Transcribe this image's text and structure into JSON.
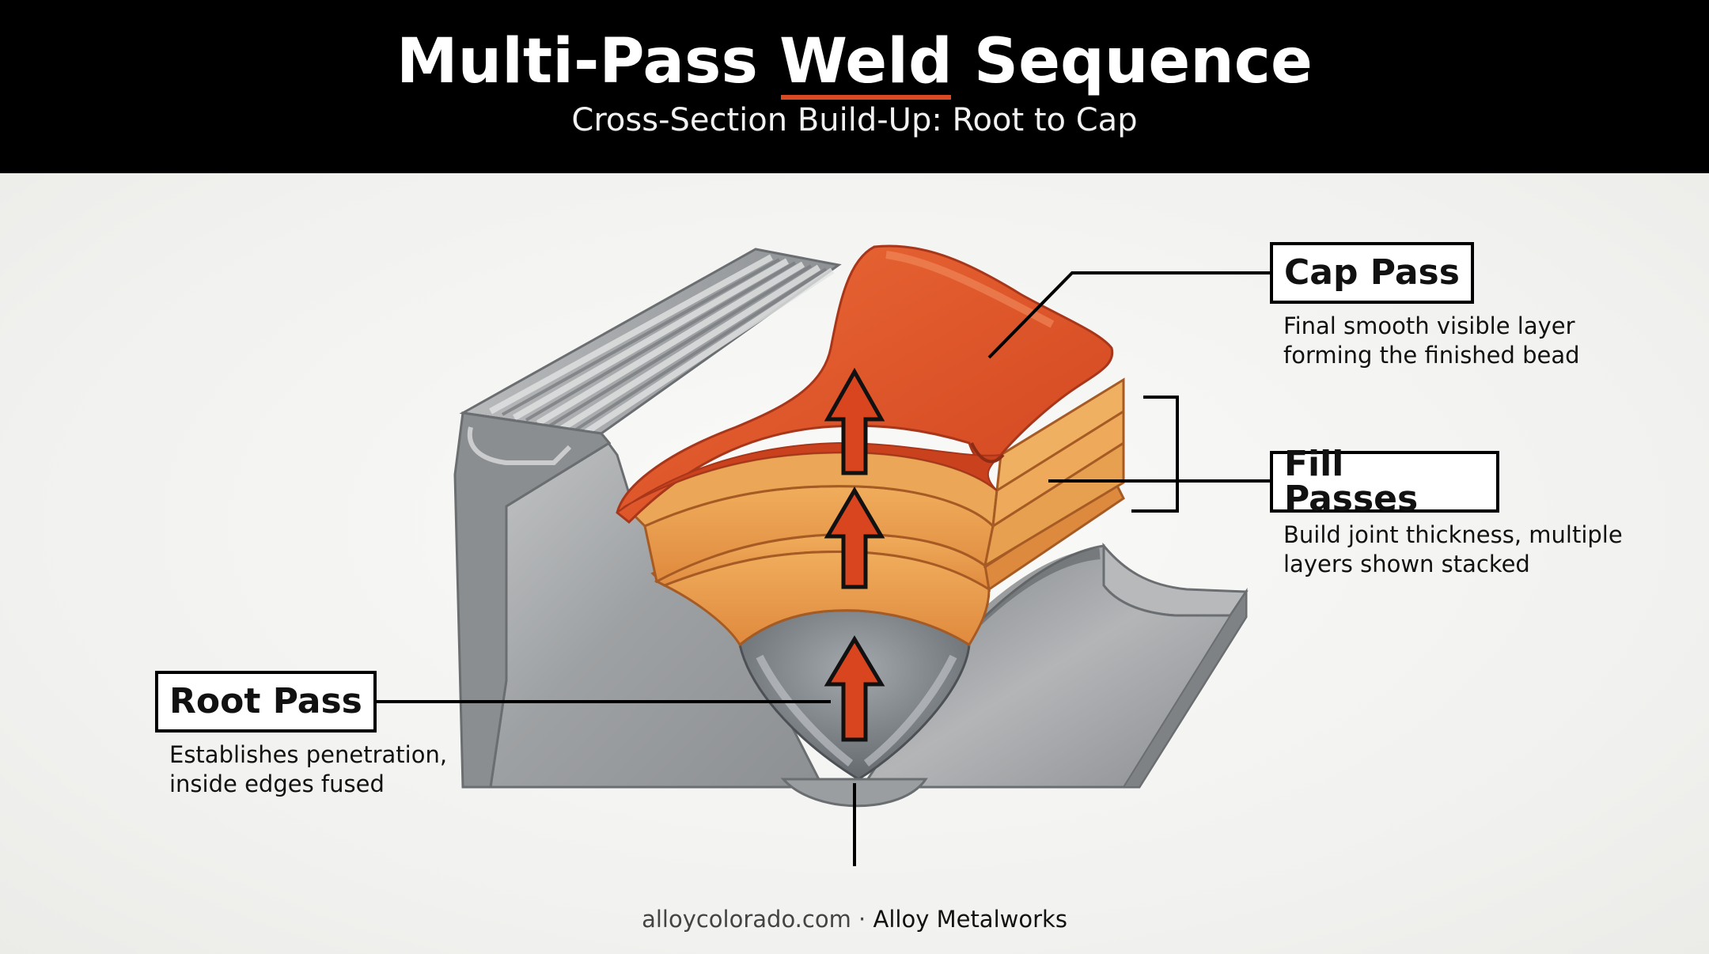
{
  "header": {
    "title_part1": "Multi-Pass ",
    "title_highlight": "Weld",
    "title_part2": " Sequence",
    "subtitle": "Cross-Section Build-Up: Root to Cap"
  },
  "labels": {
    "cap": {
      "title": "Cap Pass",
      "line1": "Final smooth visible layer",
      "line2": "forming the finished bead"
    },
    "fill": {
      "title": "Fill Passes",
      "line1": "Build joint thickness, multiple",
      "line2": "layers shown stacked"
    },
    "root": {
      "title": "Root Pass",
      "line1": "Establishes penetration,",
      "line2": "inside edges fused"
    }
  },
  "footer": {
    "site": "alloycolorado.com",
    "separator": " · ",
    "brand": "Alloy Metalworks"
  },
  "colors": {
    "cap": "#e2532a",
    "fill": "#e9a04f",
    "fill_dark": "#d57a33",
    "root": "#7d8286",
    "steel": "#a9abac",
    "arrow": "#d8451f"
  }
}
